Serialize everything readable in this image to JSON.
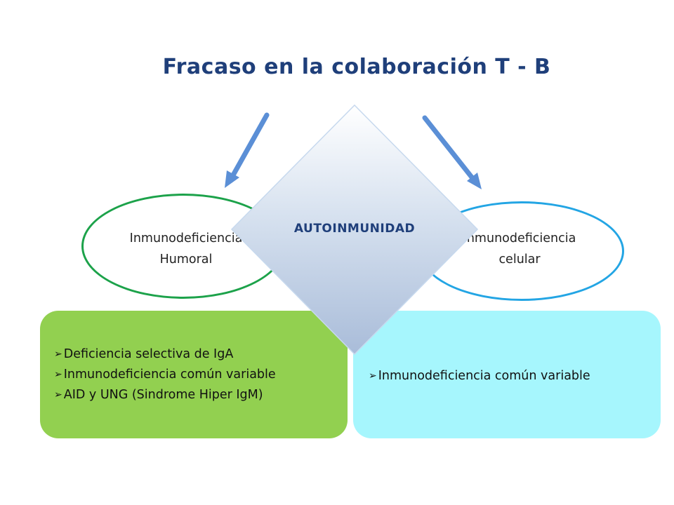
{
  "title": "Fracaso en la colaboración T - B",
  "left_ellipse": {
    "line1": "Inmunodeficiencia",
    "line2": "Humoral",
    "border_color": "#1ca24a"
  },
  "right_ellipse": {
    "line1": "Inmunodeficiencia",
    "line2": "celular",
    "border_color": "#23a5e4"
  },
  "diamond": {
    "label": "AUTOINMUNIDAD"
  },
  "left_box": {
    "color": "#92d050",
    "items": [
      "Deficiencia selectiva de IgA",
      "Inmunodeficiencia común variable",
      "AID y UNG (Sindrome Hiper IgM)"
    ]
  },
  "right_box": {
    "color": "#a6f6fd",
    "items": [
      "Inmunodeficiencia común variable"
    ]
  },
  "colors": {
    "title": "#1f3f7a",
    "arrow": "#5b8fd6"
  },
  "bullet_glyph": "➢"
}
